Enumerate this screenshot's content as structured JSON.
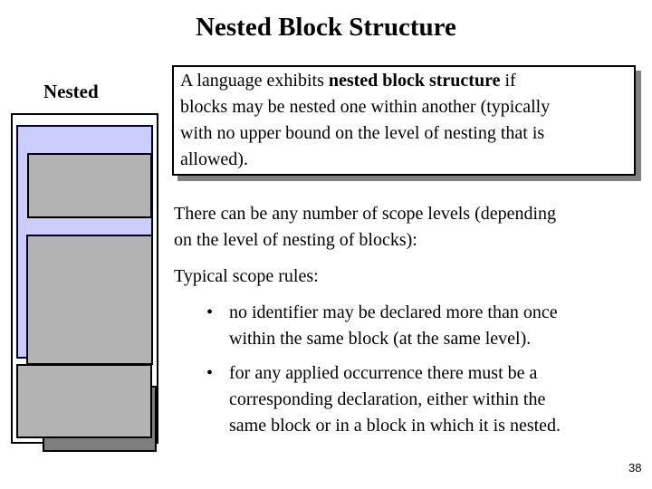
{
  "slide": {
    "title": "Nested Block Structure",
    "page_number": "38"
  },
  "diagram": {
    "label": "Nested"
  },
  "definition_box": {
    "line1_normal1": "A language exhibits ",
    "line1_bold": "nested block structure",
    "line1_normal2": " if",
    "rest": "blocks may be nested one within another (typically\nwith no upper bound on the level of nesting that is\nallowed)."
  },
  "paragraphs": {
    "scope_levels": "There can be any number of scope levels (depending\non the level of nesting of blocks):",
    "scope_rules_heading": "Typical scope rules:"
  },
  "bullets": {
    "marker": "•",
    "items": [
      "no identifier may be declared more than once\nwithin the same block (at the same level).",
      "for any applied occurrence there must be a\ncorresponding declaration, either within the\nsame block or in a block in which it is nested."
    ]
  },
  "colors": {
    "outer_block": "#FFFFFF",
    "level1_block": "#CCCCFF",
    "level2_block": "#B3B3B3",
    "level3_block": "#7F7F7F",
    "box_shadow": "#808080"
  }
}
